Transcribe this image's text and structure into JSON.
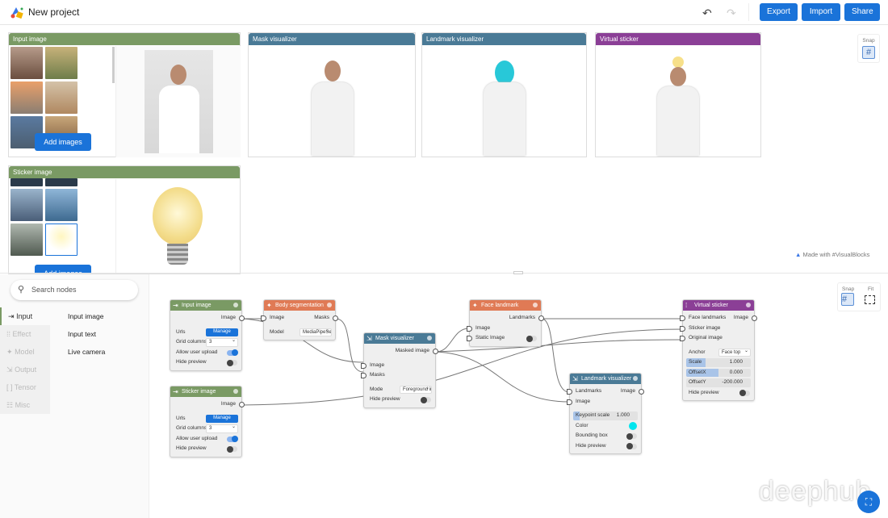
{
  "header": {
    "title": "New project",
    "export": "Export",
    "import": "Import",
    "share": "Share",
    "undo_icon": "undo-icon",
    "redo_icon": "redo-icon"
  },
  "previews": {
    "input_image": {
      "title": "Input image",
      "add_label": "Add images",
      "color": "#7a9a64"
    },
    "sticker_image": {
      "title": "Sticker image",
      "add_label": "Add images",
      "color": "#7a9a64"
    },
    "mask_visualizer": {
      "title": "Mask visualizer",
      "color": "#4a7a96"
    },
    "landmark_visualizer": {
      "title": "Landmark visualizer",
      "color": "#4a7a96"
    },
    "virtual_sticker": {
      "title": "Virtual sticker",
      "color": "#8b3f96"
    }
  },
  "snap_label": "Snap",
  "fit_label": "Fit",
  "made_with": "Made with #VisualBlocks",
  "sidebar": {
    "search_placeholder": "Search nodes",
    "categories": [
      {
        "label": "Input",
        "icon": "input-icon"
      },
      {
        "label": "Effect",
        "icon": "effect-icon"
      },
      {
        "label": "Model",
        "icon": "model-icon"
      },
      {
        "label": "Output",
        "icon": "output-icon"
      },
      {
        "label": "Tensor",
        "icon": "tensor-icon"
      },
      {
        "label": "Misc",
        "icon": "misc-icon"
      }
    ],
    "items": [
      "Input image",
      "Input text",
      "Live camera"
    ]
  },
  "nodes": [
    {
      "title": "Input image",
      "color": "#7a9a64",
      "rows": [
        {
          "t": "out",
          "label": "Image"
        },
        {
          "t": "gap"
        },
        {
          "t": "btn",
          "label": "Urls",
          "btn": "Manage"
        },
        {
          "t": "sel",
          "label": "Grid columns",
          "value": "3"
        },
        {
          "t": "tog",
          "label": "Allow user upload",
          "on": true
        },
        {
          "t": "tog",
          "label": "Hide preview",
          "on": false
        }
      ]
    },
    {
      "title": "Sticker image",
      "color": "#7a9a64",
      "rows": [
        {
          "t": "out",
          "label": "Image"
        },
        {
          "t": "gap"
        },
        {
          "t": "btn",
          "label": "Urls",
          "btn": "Manage"
        },
        {
          "t": "sel",
          "label": "Grid columns",
          "value": "3"
        },
        {
          "t": "tog",
          "label": "Allow user upload",
          "on": true
        },
        {
          "t": "tog",
          "label": "Hide preview",
          "on": false
        }
      ]
    },
    {
      "title": "Body segmentation",
      "color": "#e07a55",
      "rows": [
        {
          "t": "io",
          "label": "Image",
          "out": "Masks"
        },
        {
          "t": "gap"
        },
        {
          "t": "sel",
          "label": "Model",
          "value": "MediaPipeSel"
        }
      ]
    },
    {
      "title": "Mask visualizer",
      "color": "#4a7a96",
      "rows": [
        {
          "t": "out",
          "label": "Masked image"
        },
        {
          "t": "gap"
        },
        {
          "t": "in",
          "label": "Image"
        },
        {
          "t": "in",
          "label": "Masks"
        },
        {
          "t": "gap"
        },
        {
          "t": "sel",
          "label": "Mode",
          "value": "Foreground image"
        },
        {
          "t": "tog",
          "label": "Hide preview",
          "on": false
        }
      ]
    },
    {
      "title": "Face landmark",
      "color": "#e07a55",
      "rows": [
        {
          "t": "out",
          "label": "Landmarks"
        },
        {
          "t": "in",
          "label": "Image"
        },
        {
          "t": "intog",
          "label": "Static Image",
          "on": false
        }
      ]
    },
    {
      "title": "Landmark visualizer",
      "color": "#4a7a96",
      "rows": [
        {
          "t": "io",
          "label": "Landmarks",
          "out": "Image"
        },
        {
          "t": "in",
          "label": "Image"
        },
        {
          "t": "gap"
        },
        {
          "t": "sld",
          "label": "Keypoint scale",
          "value": "1.000",
          "fill": 0.1
        },
        {
          "t": "color",
          "label": "Color",
          "value": "#00e5ee"
        },
        {
          "t": "tog",
          "label": "Bounding box",
          "on": false
        },
        {
          "t": "tog",
          "label": "Hide preview",
          "on": false
        }
      ]
    },
    {
      "title": "Virtual sticker",
      "color": "#8b3f96",
      "rows": [
        {
          "t": "io",
          "label": "Face landmarks",
          "out": "Image"
        },
        {
          "t": "in",
          "label": "Sticker image"
        },
        {
          "t": "in",
          "label": "Original image"
        },
        {
          "t": "gap"
        },
        {
          "t": "sel",
          "label": "Anchor",
          "value": "Face top"
        },
        {
          "t": "sld",
          "label": "Scale",
          "value": "1.000",
          "fill": 0.3
        },
        {
          "t": "sld",
          "label": "OffsetX",
          "value": "0.000",
          "fill": 0.5
        },
        {
          "t": "sld",
          "label": "OffsetY",
          "value": "-200.000",
          "fill": 0
        },
        {
          "t": "tog",
          "label": "Hide preview",
          "on": false
        }
      ]
    }
  ],
  "watermark": "deephub"
}
